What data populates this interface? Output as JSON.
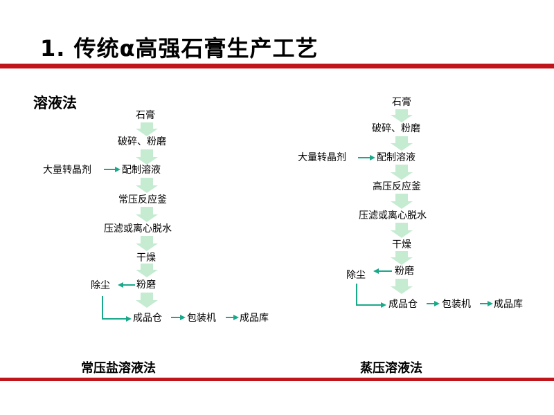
{
  "slide": {
    "title": "1. 传统α高强石膏生产工艺",
    "method_label": "溶液法",
    "colors": {
      "accent_bar": "#c0161b",
      "big_arrow": "#c5ebd0",
      "small_arrow": "#1aa88a"
    }
  },
  "left_flow": {
    "caption": "常压盐溶液法",
    "steps": [
      "石膏",
      "破碎、粉磨",
      "配制溶液",
      "常压反应釜",
      "压滤或离心脱水",
      "干燥",
      "粉磨"
    ],
    "additive": "大量转晶剂",
    "dust": "除尘",
    "final": [
      "成品仓",
      "包装机",
      "成品库"
    ]
  },
  "right_flow": {
    "caption": "蒸压溶液法",
    "steps": [
      "石膏",
      "破碎、粉磨",
      "配制溶液",
      "高压反应釜",
      "压滤或离心脱水",
      "干燥",
      "粉磨"
    ],
    "additive": "大量转晶剂",
    "dust": "除尘",
    "final": [
      "成品仓",
      "包装机",
      "成品库"
    ]
  }
}
